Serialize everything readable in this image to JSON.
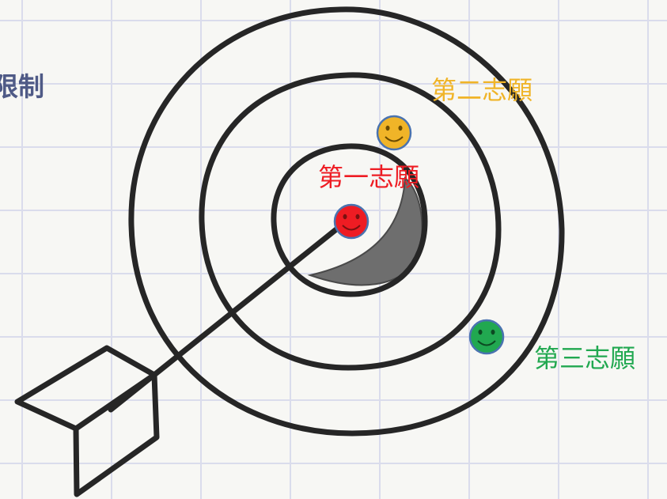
{
  "heading": {
    "text": "限制"
  },
  "labels": {
    "first_choice": "第一志願",
    "second_choice": "第二志願",
    "third_choice": "第三志願"
  },
  "colors": {
    "first_choice": "#ee1c23",
    "second_choice": "#f0b428",
    "third_choice": "#21a850",
    "heading": "#4f5a86",
    "stroke": "#262626"
  },
  "icons": {
    "first_choice": "smiley-face-icon",
    "second_choice": "smiley-face-icon",
    "third_choice": "smiley-face-icon"
  }
}
